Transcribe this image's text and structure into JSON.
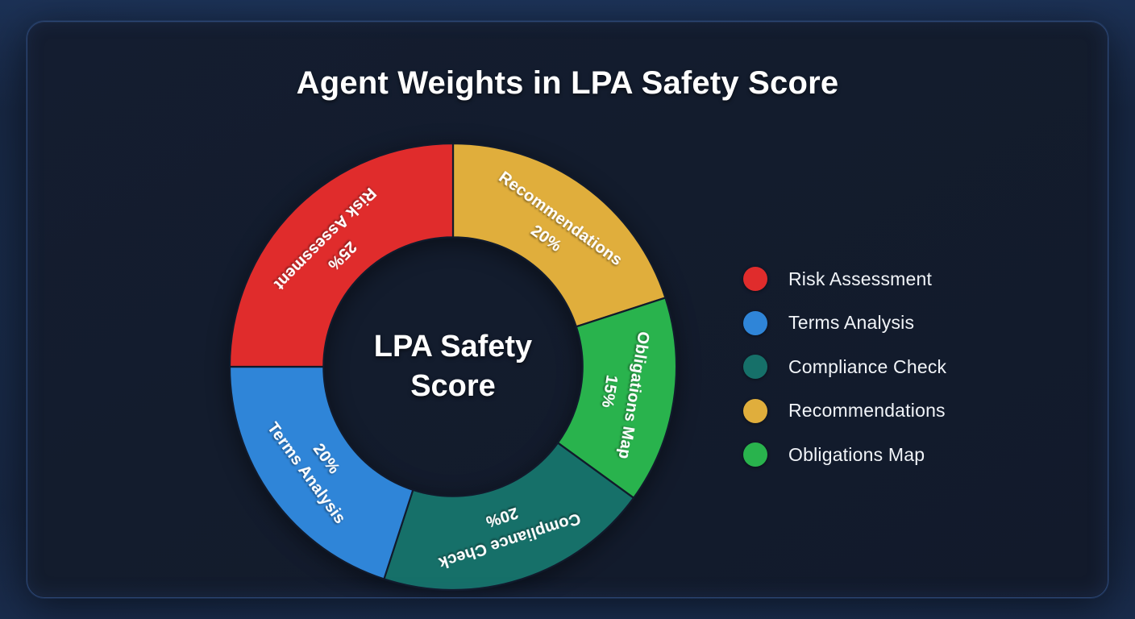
{
  "card": {
    "title": "Agent Weights in LPA Safety Score",
    "center_label_line1": "LPA Safety",
    "center_label_line2": "Score"
  },
  "legend": {
    "items": [
      {
        "label": "Risk Assessment",
        "color": "#e02c2c"
      },
      {
        "label": "Terms Analysis",
        "color": "#2f85d8"
      },
      {
        "label": "Compliance Check",
        "color": "#167069"
      },
      {
        "label": "Recommendations",
        "color": "#e0ae3c"
      },
      {
        "label": "Obligations Map",
        "color": "#29b34d"
      }
    ]
  },
  "chart_data": {
    "type": "pie",
    "title": "Agent Weights in LPA Safety Score",
    "subtitle": "",
    "center_text": "LPA Safety Score",
    "donut": true,
    "hole_ratio": 0.58,
    "start_angle_deg": 0,
    "direction": "clockwise",
    "legend_position": "right",
    "grid": false,
    "xlabel": "",
    "ylabel": "",
    "categories": [
      "Recommendations",
      "Obligations Map",
      "Compliance Check",
      "Terms Analysis",
      "Risk Assessment"
    ],
    "values": [
      20,
      15,
      20,
      20,
      25
    ],
    "value_unit": "%",
    "colors": [
      "#e0ae3c",
      "#29b34d",
      "#167069",
      "#2f85d8",
      "#e02c2c"
    ],
    "slices": [
      {
        "label": "Recommendations",
        "value": 20,
        "display": "20%",
        "color": "#e0ae3c",
        "label_text": "Recommendations 20%"
      },
      {
        "label": "Obligations Map",
        "value": 15,
        "display": "15%",
        "color": "#29b34d",
        "label_text": "Obligations Map 15%"
      },
      {
        "label": "Compliance Check",
        "value": 20,
        "display": "20%",
        "color": "#167069",
        "label_text": "Compliance Check 20%"
      },
      {
        "label": "Terms Analysis",
        "value": 20,
        "display": "20%",
        "color": "#2f85d8",
        "label_text": "Terms Analysis 20%"
      },
      {
        "label": "Risk Assessment",
        "value": 25,
        "display": "25%",
        "color": "#e02c2c",
        "label_text": "Risk Assessment 25%"
      }
    ],
    "total": 100
  },
  "theme": {
    "page_background": "#1b2d4d",
    "card_background": "#131c2e",
    "card_border": "#2c4674",
    "title_color": "#ffffff",
    "legend_text_color": "#f1f4f8",
    "slice_divider_color": "#111a2b"
  }
}
